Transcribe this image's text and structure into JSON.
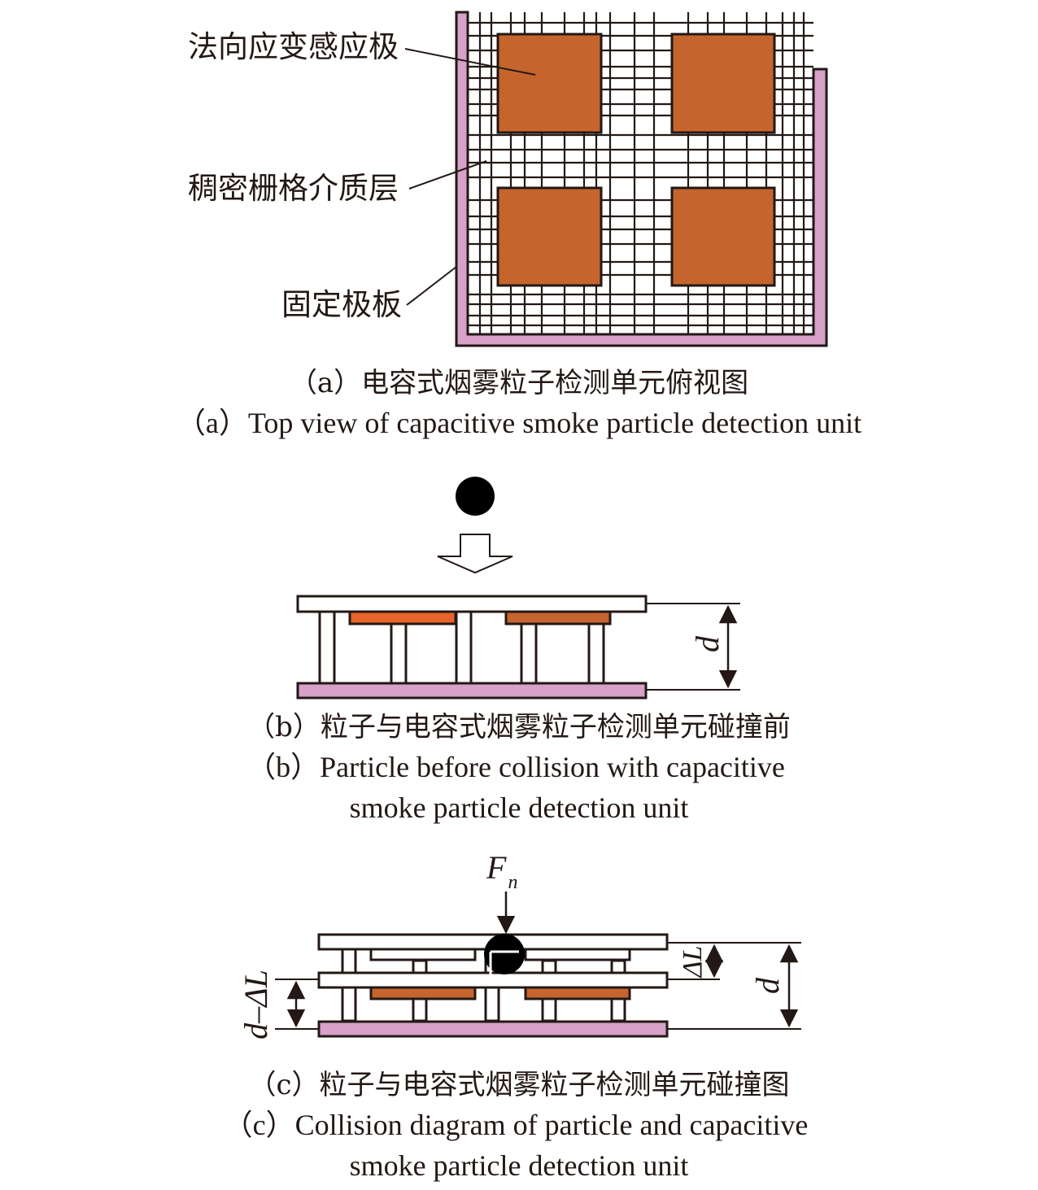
{
  "colors": {
    "ink": "#231815",
    "sensing_plate": "#c5652d",
    "sensing_plate_bright": "#e8642b",
    "fixed_plate": "#d7a1c9",
    "particle": "#000000",
    "background": "#ffffff"
  },
  "panel_a": {
    "labels": {
      "sensing_plate": "法向应变感应极",
      "grid_dielectric": "稠密栅格介质层",
      "fixed_plate": "固定极板"
    },
    "caption_cn": "（a）电容式烟雾粒子检测单元俯视图",
    "caption_en": "（a）Top view of capacitive smoke particle detection unit"
  },
  "panel_b": {
    "dim_label": "d",
    "caption_cn": "（b）粒子与电容式烟雾粒子检测单元碰撞前",
    "caption_en_line1": "（b）Particle before collision with capacitive",
    "caption_en_line2": "smoke particle detection unit"
  },
  "panel_c": {
    "force_label": "F",
    "force_subscript": "n",
    "dim_delta_l": "ΔL",
    "dim_d": "d",
    "dim_d_minus": "d–ΔL",
    "caption_cn": "（c）粒子与电容式烟雾粒子检测单元碰撞图",
    "caption_en_line1": "（c）Collision diagram of particle and capacitive",
    "caption_en_line2": "smoke particle detection unit"
  }
}
